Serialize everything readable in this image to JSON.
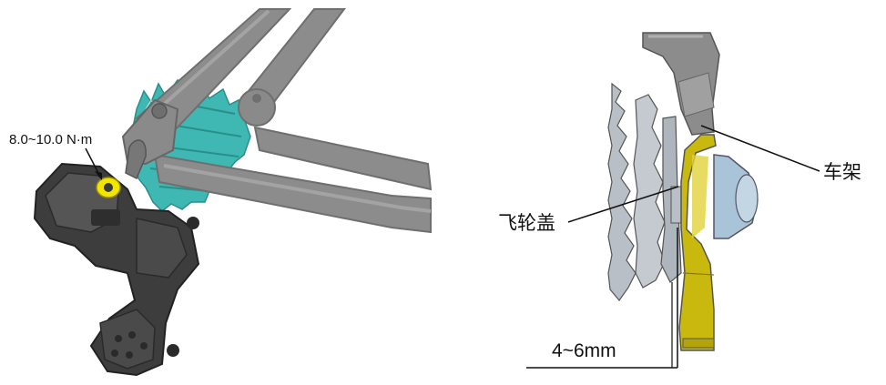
{
  "left_figure": {
    "torque_label": "8.0~10.0 N·m"
  },
  "right_figure": {
    "frame_label": "车架",
    "cassette_label": "飞轮盖",
    "gap_label": "4~6mm"
  },
  "colors": {
    "frame_gray": "#8c8c8c",
    "frame_dark": "#6f6f6f",
    "cassette_teal": "#3fb7b3",
    "derailleur_dark": "#3d3d3d",
    "bolt_yellow": "#f2e600",
    "hanger_yellow": "#c9b90f",
    "cog_silver": "#b8bfc6",
    "axle_blue": "#a9c4d8"
  }
}
